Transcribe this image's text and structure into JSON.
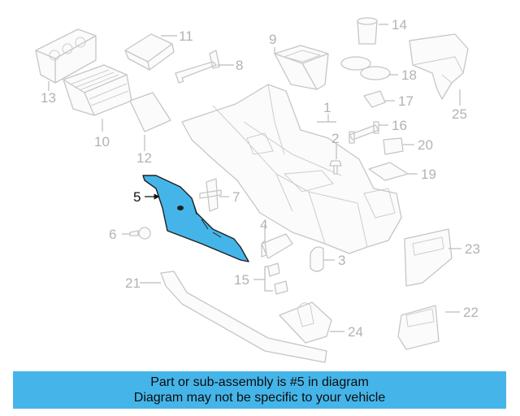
{
  "diagram": {
    "highlighted_part": "5",
    "colors": {
      "highlight": "#45b5e9",
      "line_art": "#c6c6c6",
      "callout": "#b3b3b3"
    },
    "callouts": [
      "1",
      "2",
      "3",
      "4",
      "5",
      "6",
      "7",
      "8",
      "9",
      "10",
      "11",
      "12",
      "13",
      "14",
      "15",
      "16",
      "17",
      "18",
      "19",
      "20",
      "21",
      "22",
      "23",
      "24",
      "25"
    ]
  },
  "banner": {
    "line1": "Part or sub-assembly is #5 in diagram",
    "line2": "Diagram may not be specific to your vehicle"
  }
}
